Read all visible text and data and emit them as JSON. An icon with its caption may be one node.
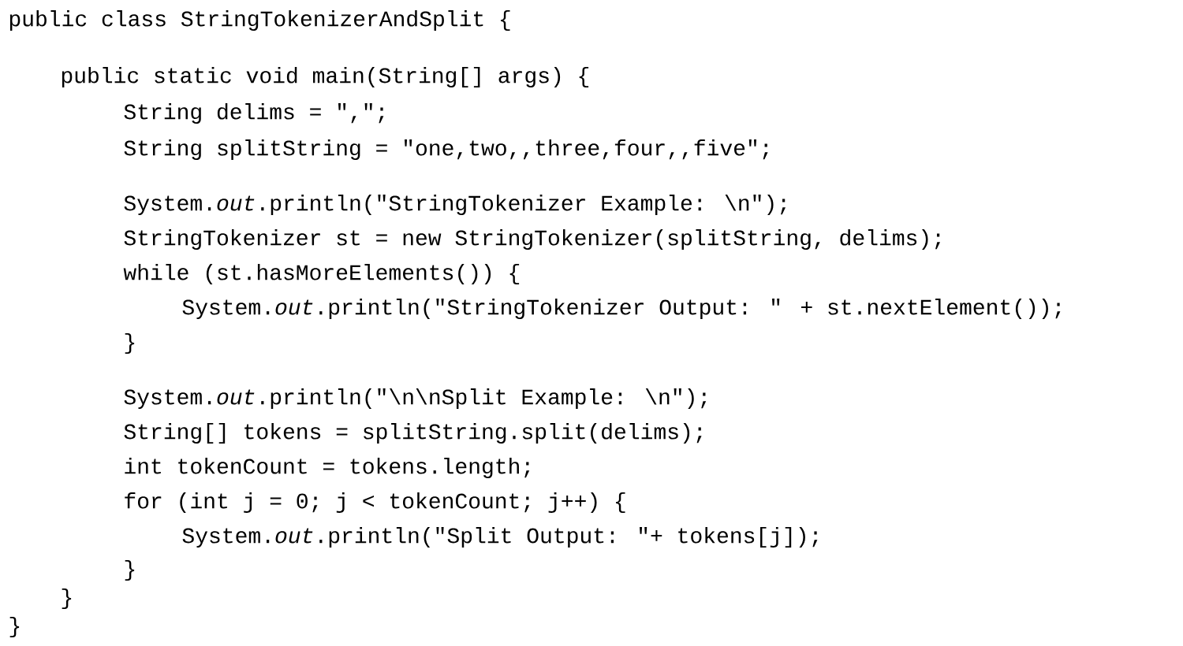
{
  "diagram": {
    "labels": [
      "public class StringTokenizerAndSplit {",
      "public static void main(String[] args) {",
      "String delims = \",\";",
      "String splitString = \"one,two,,three,four,,five\";",
      "System.*out*.println(\"StringTokenizer Example: \\n\");",
      "StringTokenizer st = new StringTokenizer(splitString, delims);",
      "while (st.hasMoreElements()) {",
      "System.*out*.println(\"StringTokenizer Output: \" + st.nextElement());",
      "}",
      "System.*out*.println(\"\\n\\nSplit Example: \\n\");",
      "String[] tokens = splitString.split(delims);",
      "int tokenCount = tokens.length;",
      "for (int j = 0; j < tokenCount; j++) {",
      "System.*out*.println(\"Split Output: \"+ tokens[j]);",
      "}",
      "}",
      "}"
    ]
  }
}
